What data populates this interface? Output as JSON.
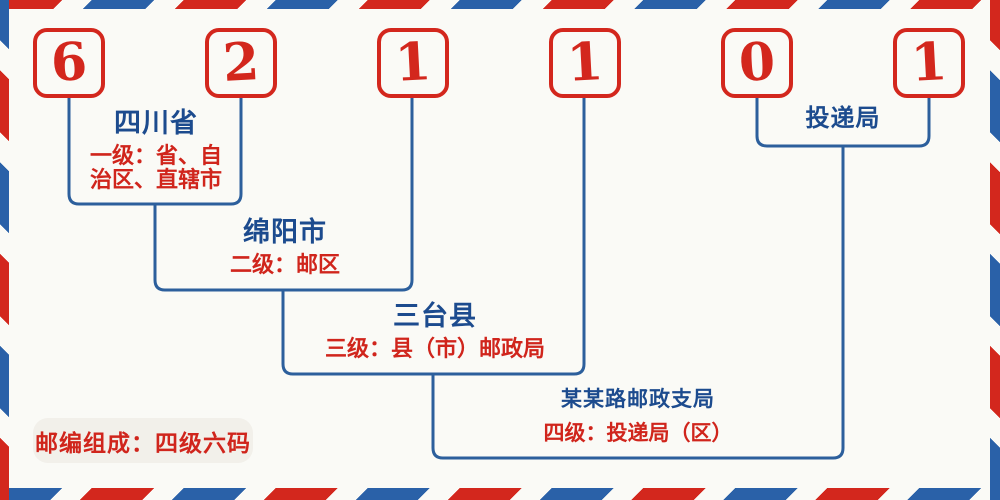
{
  "postal_code": {
    "full": "621101",
    "digits": [
      "6",
      "2",
      "1",
      "1",
      "0",
      "1"
    ]
  },
  "levels": [
    {
      "name": "四川省",
      "description": "一级：省、自\n治区、直辖市"
    },
    {
      "name": "绵阳市",
      "description": "二级：邮区"
    },
    {
      "name": "三台县",
      "description": "三级：县（市）邮政局"
    },
    {
      "name": "某某路邮政支局",
      "description": "四级：投递局（区）"
    },
    {
      "name": "投递局",
      "description": ""
    }
  ],
  "footer": {
    "composition_note": "邮编组成：四级六码"
  },
  "colors": {
    "stripe_red": "#d3271d",
    "stripe_blue": "#2a61a8",
    "name_text_blue": "#1c4b8e",
    "description_text_red": "#d0251c",
    "connector_blue": "#2c5f9c",
    "background": "#fafaf6",
    "badge_background": "#f2f0ea"
  }
}
